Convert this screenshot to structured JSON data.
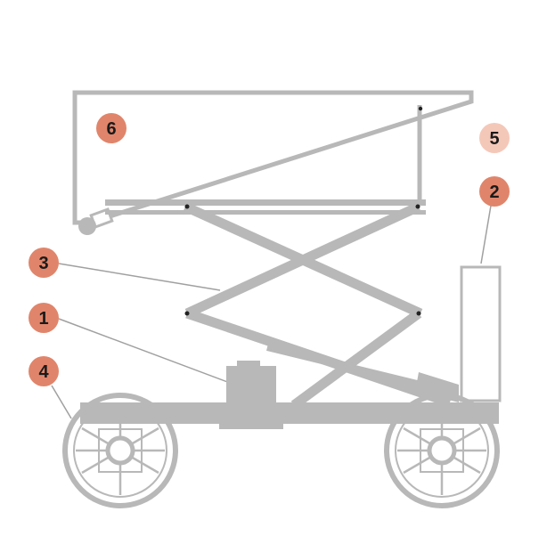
{
  "colors": {
    "frame": "#b8b8b8",
    "frame_dark": "#a6a6a6",
    "leader": "#a0a0a0",
    "pivot": "#222222",
    "badge_fill": "#e0856b",
    "badge_fill_light": "#f4c8b9",
    "badge_text": "#1a1a1a",
    "background": "#ffffff"
  },
  "labels": {
    "l1": "1",
    "l2": "2",
    "l3": "3",
    "l4": "4",
    "l5": "5",
    "l6": "6"
  }
}
